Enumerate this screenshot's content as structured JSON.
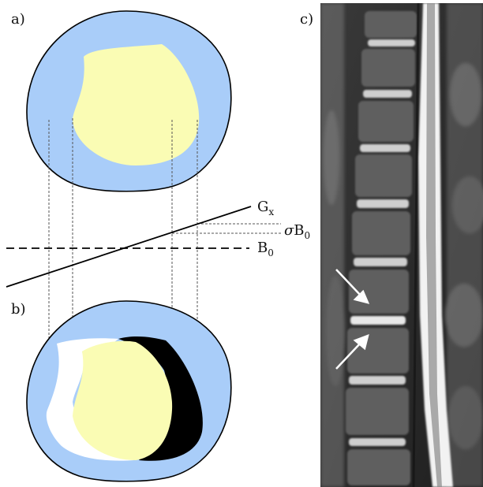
{
  "panels": {
    "a": "a)",
    "b": "b)",
    "c": "c)"
  },
  "labels": {
    "gradient": {
      "base": "G",
      "sub": "x"
    },
    "shift": {
      "prefix": "σ",
      "base": "B",
      "sub": "0"
    },
    "field": {
      "base": "B",
      "sub": "0"
    }
  },
  "colors": {
    "outer_tissue": "#a9cdf9",
    "inner_tissue": "#fafcb4",
    "signal_void": "#000000",
    "signal_pileup": "#ffffff",
    "line": "#000000",
    "guide": "#555555"
  },
  "mri_image": {
    "annotation": "two white arrows pointing at an intervertebral disc region"
  }
}
